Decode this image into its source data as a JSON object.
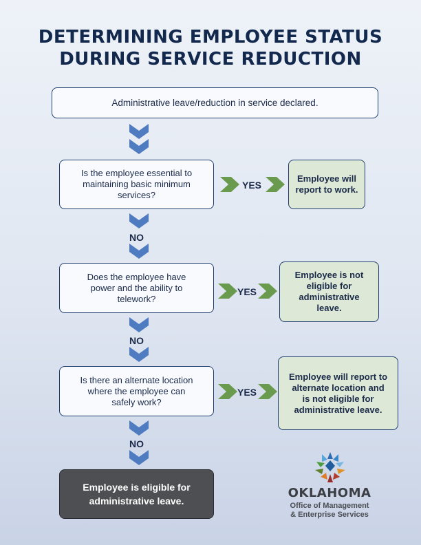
{
  "title": {
    "line1": "DETERMINING EMPLOYEE STATUS",
    "line2": "DURING SERVICE REDUCTION"
  },
  "start": "Administrative leave/reduction in service declared.",
  "questions": [
    {
      "text": "Is the employee essential to maintaining basic minimum services?",
      "yes": "YES",
      "outcome": "Employee will report to work.",
      "no": "NO"
    },
    {
      "text": "Does the employee have power and the ability to telework?",
      "yes": "YES",
      "outcome": "Employee is not eligible for administrative leave.",
      "no": "NO"
    },
    {
      "text": "Is there an alternate location where the employee can safely work?",
      "yes": "YES",
      "outcome": "Employee will report to alternate location and is not eligible for administrative leave.",
      "no": "NO"
    }
  ],
  "final": "Employee is eligible for administrative leave.",
  "logo": {
    "name": "OKLAHOMA",
    "line1": "Office of Management",
    "line2": "& Enterprise Services"
  },
  "colors": {
    "navy": "#12284d",
    "chevron_blue": "#4f7cc0",
    "chevron_green": "#6a9a4e",
    "outcome_fill": "#dde9d6",
    "final_fill": "#4d4f52"
  }
}
